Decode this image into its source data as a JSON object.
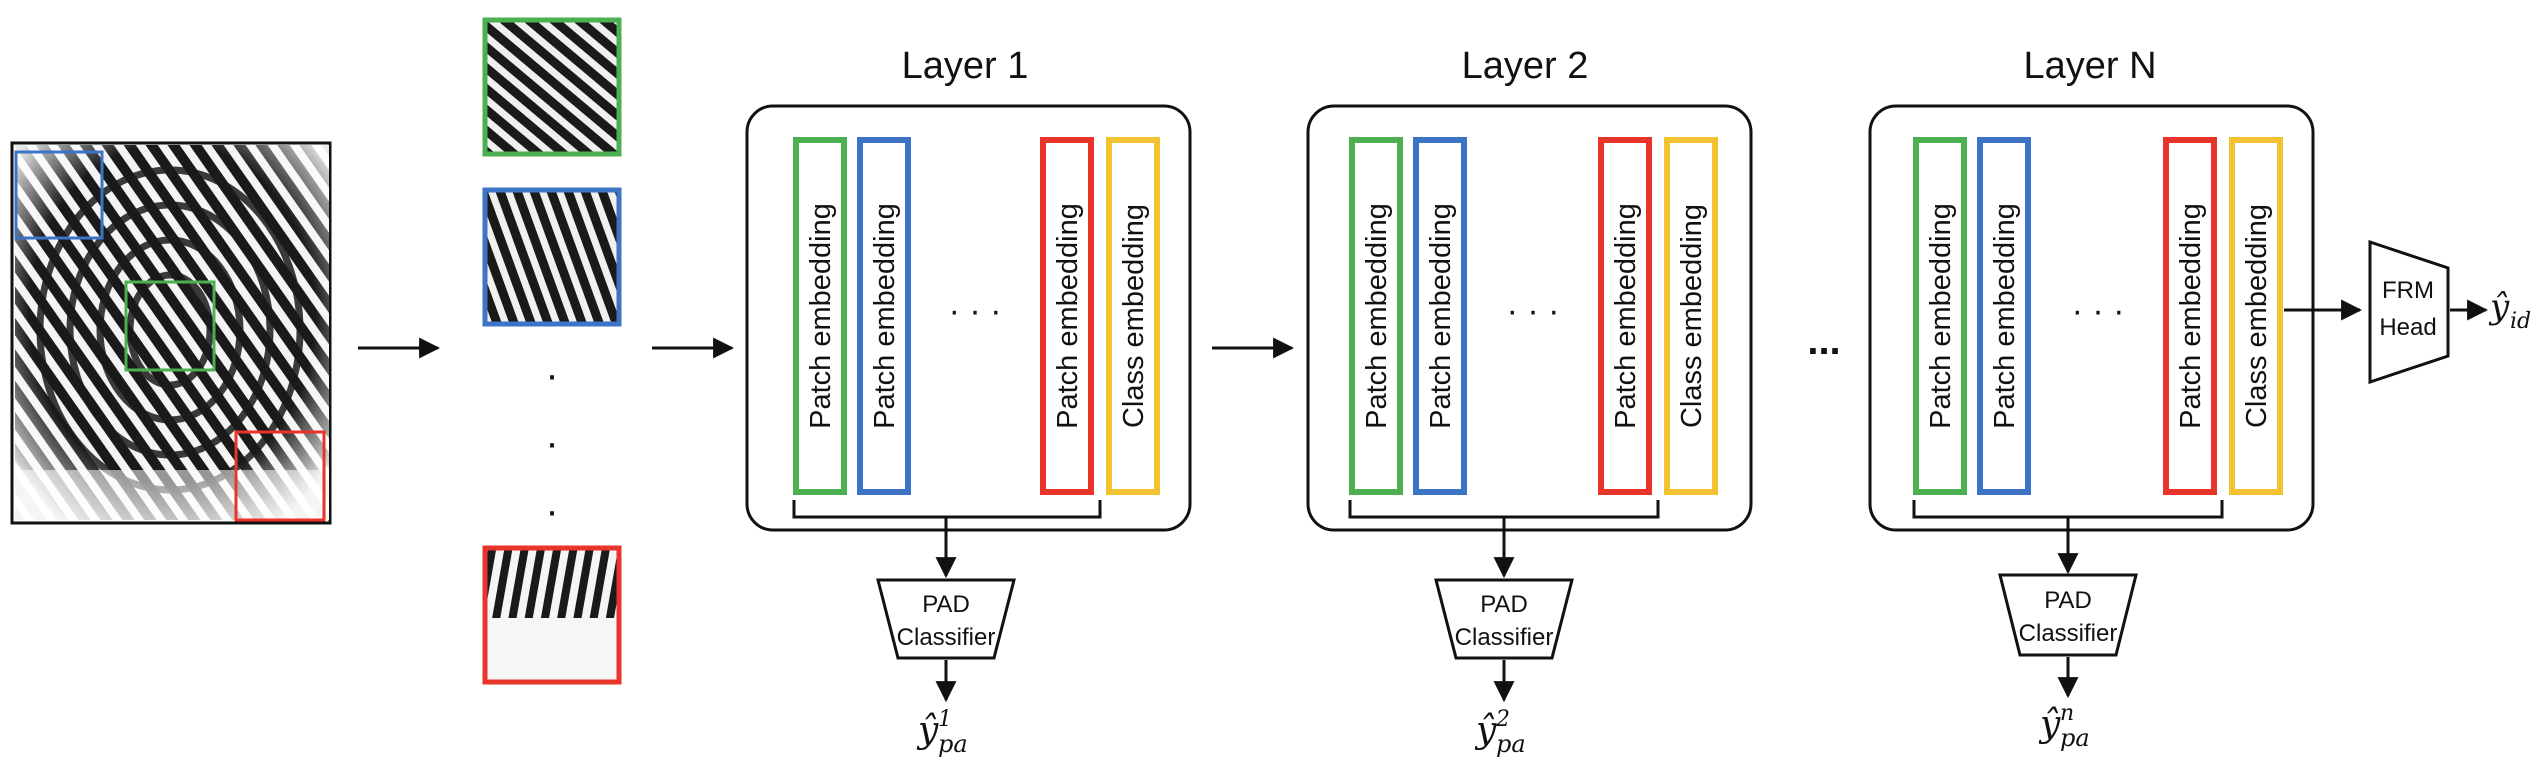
{
  "colors": {
    "green": "#4caf50",
    "blue": "#3d74c6",
    "red": "#e8342a",
    "yellow": "#f2c232",
    "ink": "#111111"
  },
  "tokens": {
    "patch": "Patch embedding",
    "class": "Class embedding"
  },
  "ellipsis_horizontal": "· · ·",
  "ellipsis_vertical": "·",
  "layers_gap": "...",
  "layers": [
    {
      "title": "Layer 1",
      "pad_line1": "PAD",
      "pad_line2": "Classifier",
      "output_base": "ŷ",
      "output_sub": "pa",
      "output_sup": "1"
    },
    {
      "title": "Layer 2",
      "pad_line1": "PAD",
      "pad_line2": "Classifier",
      "output_base": "ŷ",
      "output_sub": "pa",
      "output_sup": "2"
    },
    {
      "title": "Layer N",
      "pad_line1": "PAD",
      "pad_line2": "Classifier",
      "output_base": "ŷ",
      "output_sub": "pa",
      "output_sup": "n"
    }
  ],
  "frm": {
    "line1": "FRM",
    "line2": "Head",
    "output_base": "ŷ",
    "output_sub": "id"
  },
  "icons": [
    "fingerprint-image",
    "fingerprint-patch",
    "arrow-right-icon",
    "arrow-down-icon"
  ]
}
